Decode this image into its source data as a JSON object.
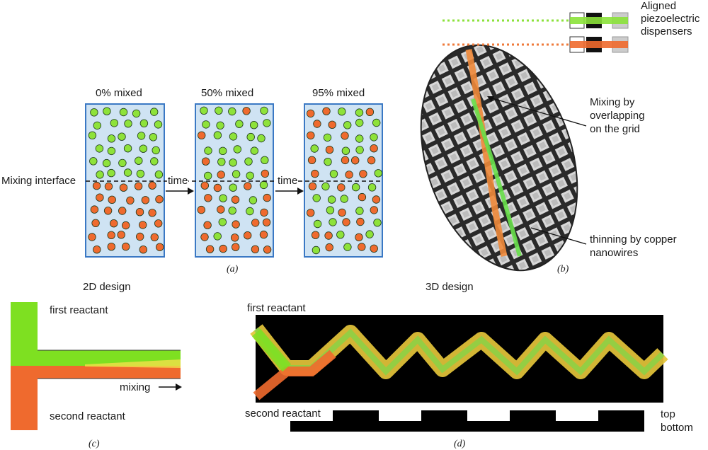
{
  "panel_a": {
    "headers": [
      "0% mixed",
      "50% mixed",
      "95% mixed"
    ],
    "interface_label": "Mixing interface",
    "arrow_label": "time",
    "caption": "(a)",
    "colors": {
      "green": "#8ee23a",
      "orange": "#ef6a2e",
      "box_fill": "#cfe3f3",
      "box_border": "#3a78c4"
    }
  },
  "panel_b": {
    "dispensers_label_line1": "Aligned",
    "dispensers_label_line2": "piezoelectric",
    "dispensers_label_line3": "dispensers",
    "mixing_label_line1": "Mixing by",
    "mixing_label_line2": "overlapping",
    "mixing_label_line3": "on the grid",
    "thinning_label_line1": "thinning by copper",
    "thinning_label_line2": "nanowires",
    "caption": "(b)"
  },
  "panel_c": {
    "title": "2D design",
    "first_reactant": "first reactant",
    "second_reactant": "second reactant",
    "mixing_label": "mixing",
    "caption": "(c)"
  },
  "panel_d": {
    "title": "3D design",
    "first_reactant": "first reactant",
    "second_reactant": "second reactant",
    "top_label": "top",
    "bottom_label": "bottom",
    "caption": "(d)"
  }
}
